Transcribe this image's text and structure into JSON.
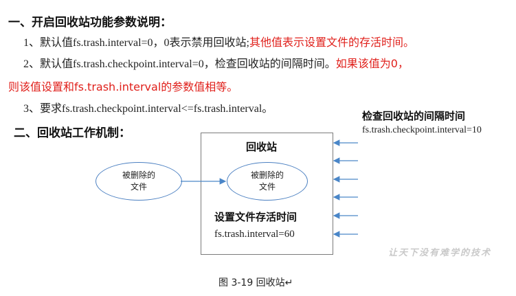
{
  "section1": {
    "heading": "一、开启回收站功能参数说明：",
    "line1_black": "1、默认值fs.trash.interval=0，0表示禁用回收站;",
    "line1_red": "其他值表示设置文件的存活时间。",
    "line2_black": "2、默认值fs.trash.checkpoint.interval=0，检查回收站的间隔时间。",
    "line2_red_a": "如果该值为0，",
    "line2_red_b": "则该值设置和fs.trash.interval的参数值相等。",
    "line3": "3、要求fs.trash.checkpoint.interval<=fs.trash.interval。"
  },
  "section2": {
    "heading": "二、回收站工作机制："
  },
  "diagram": {
    "box_title": "回收站",
    "deleted_file_outside": [
      "被删除的",
      "文件"
    ],
    "deleted_file_inside": [
      "被删除的",
      "文件"
    ],
    "setting_label": "设置文件存活时间",
    "setting_value": "fs.trash.interval=60",
    "check_label": "检查回收站的间隔时间",
    "check_value": "fs.trash.checkpoint.interval=10",
    "arrow_color": "#4a86c8"
  },
  "caption": "图 3-19  回收站↵",
  "watermark": "让天下没有难学的技术"
}
